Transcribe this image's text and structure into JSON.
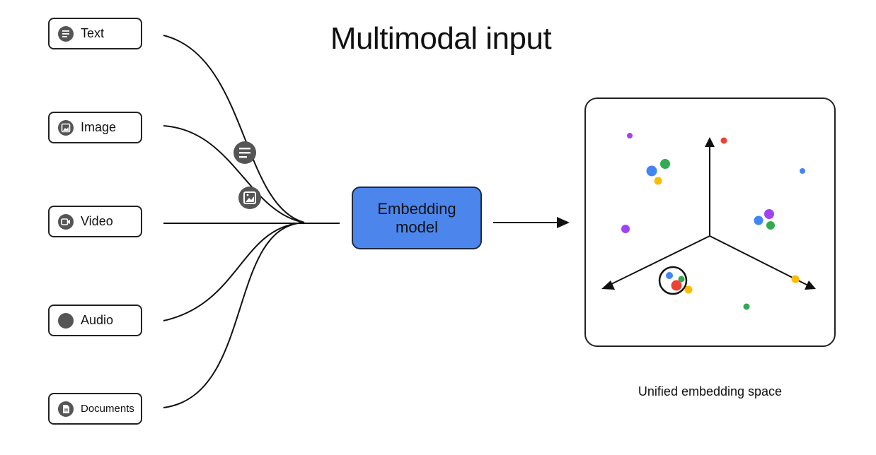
{
  "title": "Multimodal input",
  "inputs": [
    {
      "label": "Text",
      "icon": "text-doc-icon"
    },
    {
      "label": "Image",
      "icon": "image-icon"
    },
    {
      "label": "Video",
      "icon": "video-camera-icon"
    },
    {
      "label": "Audio",
      "icon": "audio-dot-icon"
    },
    {
      "label": "Documents",
      "icon": "document-icon"
    }
  ],
  "model": {
    "label": "Embedding model"
  },
  "space": {
    "caption": "Unified embedding space"
  },
  "colors": {
    "model_fill": "#4c86ec",
    "blue": "#4285f4",
    "red": "#ea4335",
    "yellow": "#fbbc04",
    "green": "#34a853",
    "purple": "#a142f4",
    "icon_gray": "#555555"
  }
}
